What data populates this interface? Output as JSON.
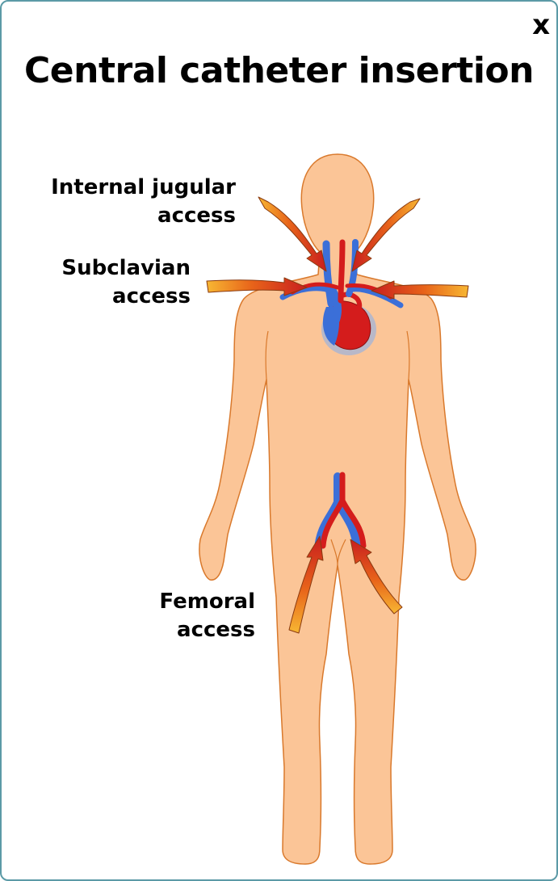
{
  "dialog": {
    "close_label": "x",
    "title": "Central catheter insertion"
  },
  "labels": {
    "jugular": {
      "line1": "Internal jugular",
      "line2": "access"
    },
    "subclavian": {
      "line1": "Subclavian",
      "line2": "access"
    },
    "femoral": {
      "line1": "Femoral",
      "line2": "access"
    }
  },
  "colors": {
    "skin": "#fbc597",
    "skin_outline": "#d9792c",
    "vein": "#3b6fd8",
    "artery": "#d41c1c",
    "arrow_fill": "#f5a623",
    "frame": "#5b9aa6"
  },
  "icons": {
    "close": "close-icon"
  }
}
